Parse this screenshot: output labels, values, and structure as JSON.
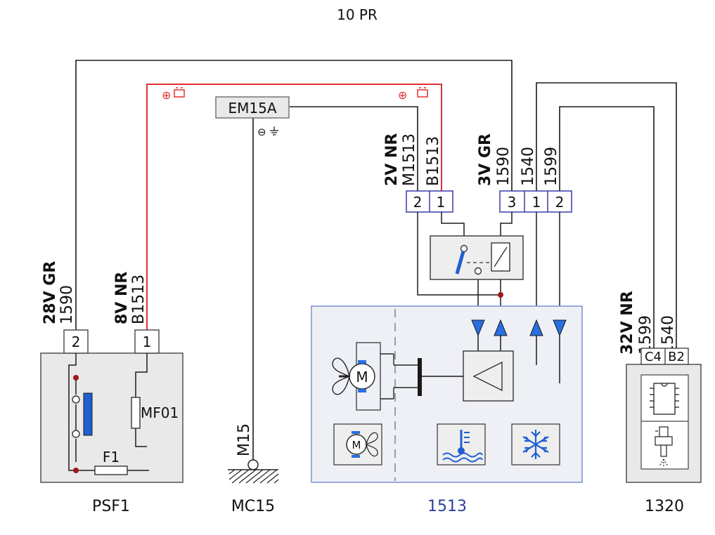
{
  "title": "10 PR",
  "colors": {
    "wire": "#1a1a1a",
    "power_wire": "#e03030",
    "module_border": "#7a8fd6",
    "module_fill": "#eef0f6",
    "component_fill": "#e9e9e9",
    "connector_border": "#3a3aa8",
    "arrow": "#2a6fe0",
    "relay_contact": "#1f5fd0",
    "junction": "#a01818",
    "label_blue": "#2a3f9a"
  },
  "power_symbol": "⊕",
  "ground_symbol": "⊖",
  "ground_point": {
    "label": "EM15A"
  },
  "connectors": {
    "psf1_28v": {
      "ref": "28V GR",
      "wire": "1590"
    },
    "psf1_8v": {
      "ref": "8V NR",
      "wire": "B1513"
    },
    "relay_2v": {
      "ref": "2V NR",
      "wires": [
        "M1513",
        "B1513"
      ],
      "pins": [
        "2",
        "1"
      ]
    },
    "relay_3v": {
      "ref": "3V GR",
      "wires": [
        "1590",
        "1540",
        "1599"
      ],
      "pins": [
        "3",
        "1",
        "2"
      ]
    },
    "ecu_32v": {
      "ref": "32V NR",
      "wires": [
        "1599",
        "1540"
      ],
      "pins": [
        "C4",
        "B2"
      ]
    }
  },
  "components": {
    "psf1": {
      "label": "PSF1",
      "pins": [
        "2",
        "1"
      ],
      "fuse": "F1",
      "maxi_fuse": "MF01"
    },
    "mc15": {
      "label": "MC15",
      "ground": "M15"
    },
    "fan": {
      "label": "1513",
      "motor_symbol": "M"
    },
    "ecu": {
      "label": "1320"
    }
  },
  "icons": [
    "fan-motor-icon",
    "fan-motor-small-icon",
    "coolant-temperature-icon",
    "snowflake-icon",
    "ecu-chip-icon",
    "injector-icon",
    "battery-icon",
    "ground-icon"
  ]
}
